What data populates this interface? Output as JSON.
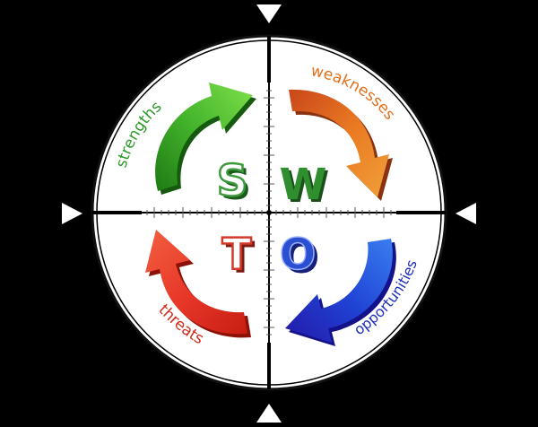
{
  "quadrants": {
    "strengths": {
      "label": "strengths",
      "letter": "S",
      "color": "#3aa82a",
      "letter_color": "#3c9a3c"
    },
    "weaknesses": {
      "label": "weaknesses",
      "letter": "W",
      "color": "#e0701c",
      "letter_color": "#2f8f2f"
    },
    "opportunities": {
      "label": "opportunities",
      "letter": "O",
      "color": "#2238c8",
      "letter_color": "#2a4fd0"
    },
    "threats": {
      "label": "threats",
      "letter": "T",
      "color": "#d42a1a",
      "letter_color": "#d43a2a"
    }
  },
  "colors": {
    "background": "#000000",
    "disc": "#ffffff",
    "rim": "#000000"
  }
}
